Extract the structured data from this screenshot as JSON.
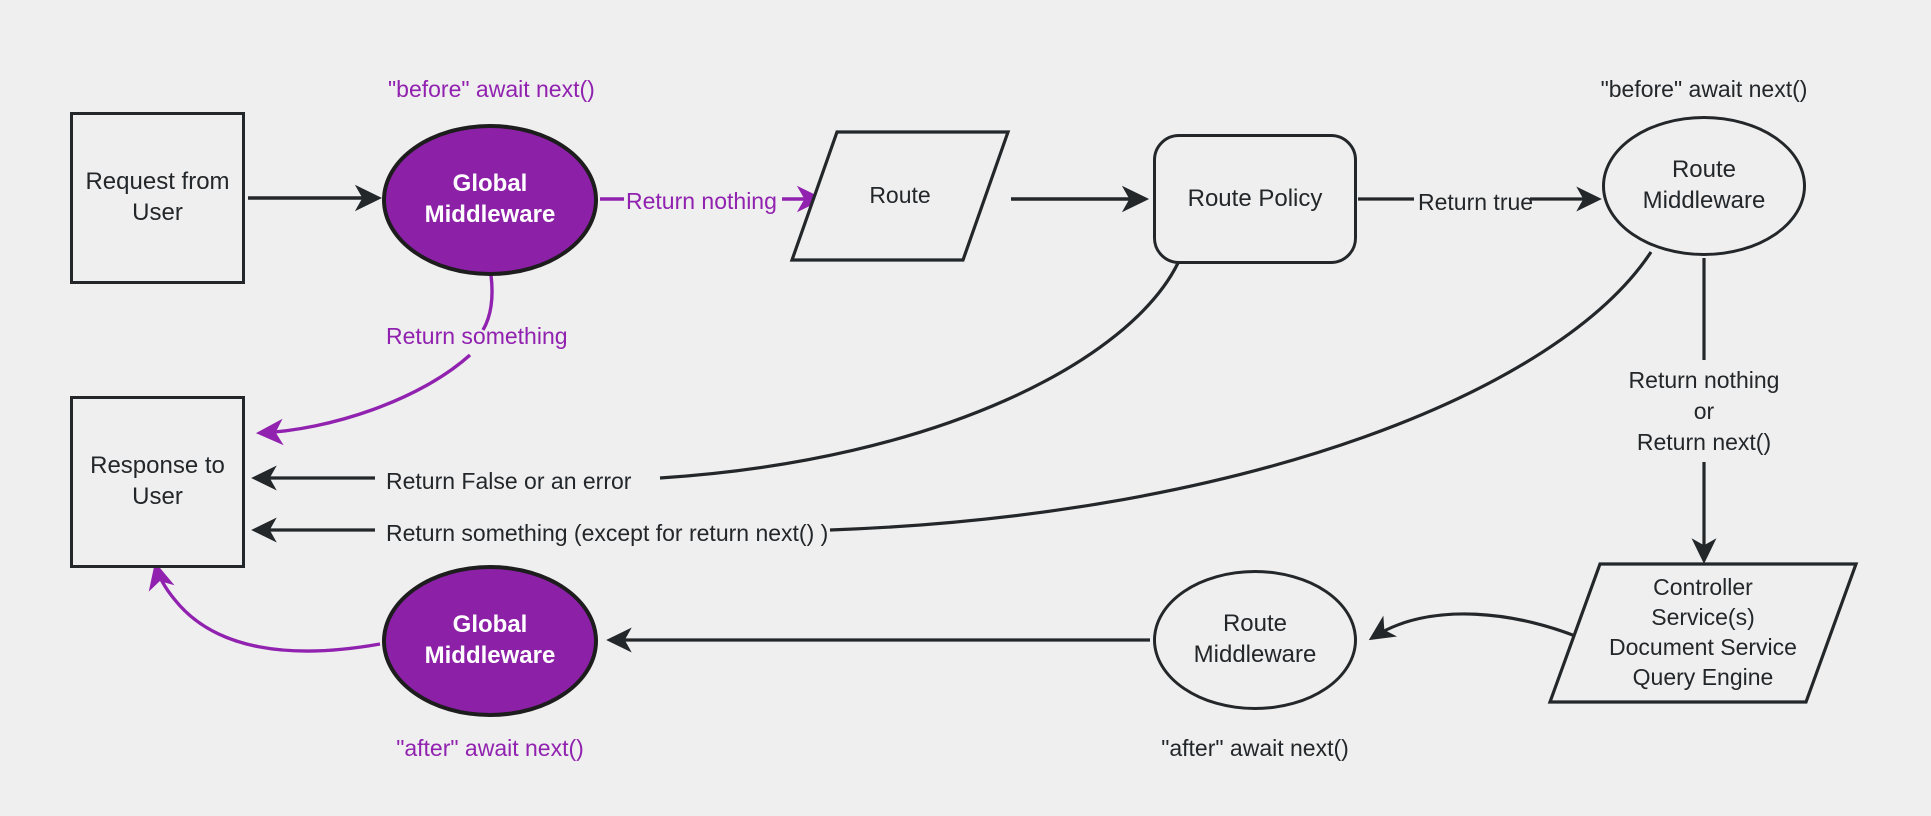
{
  "diagram": {
    "title": "Middleware request lifecycle flow",
    "background_color": "#efefef",
    "accent_purple": "#8c21a8",
    "line_color": "#23272a"
  },
  "nodes": {
    "request_from_user": {
      "label": "Request from\nUser",
      "shape": "rectangle"
    },
    "global_middleware_top": {
      "label": "Global\nMiddleware",
      "shape": "ellipse",
      "fill": "#8c21a8"
    },
    "route": {
      "label": "Route",
      "shape": "parallelogram"
    },
    "route_policy": {
      "label": "Route Policy",
      "shape": "rounded-rectangle"
    },
    "route_middleware_top": {
      "label": "Route\nMiddleware",
      "shape": "ellipse"
    },
    "controller_services": {
      "label": "Controller\nService(s)\nDocument Service\nQuery Engine",
      "shape": "parallelogram"
    },
    "route_middleware_bottom": {
      "label": "Route\nMiddleware",
      "shape": "ellipse"
    },
    "global_middleware_bottom": {
      "label": "Global\nMiddleware",
      "shape": "ellipse",
      "fill": "#8c21a8"
    },
    "response_to_user": {
      "label": "Response to\nUser",
      "shape": "rectangle"
    }
  },
  "annotations": {
    "before_await_next_global": "\"before\" await next()",
    "before_await_next_route": "\"before\" await next()",
    "after_await_next_global": "\"after\" await next()",
    "after_await_next_route": "\"after\" await next()"
  },
  "edge_labels": {
    "return_nothing": "Return nothing",
    "return_something": "Return something",
    "return_true": "Return true",
    "return_nothing_or_next": "Return nothing\nor\nReturn next()",
    "return_false_or_error": "Return False or an error",
    "return_something_except_next": "Return something (except for return next() )"
  },
  "edges": [
    {
      "from": "request_from_user",
      "to": "global_middleware_top",
      "label": "",
      "color": "#23272a"
    },
    {
      "from": "global_middleware_top",
      "to": "route",
      "label": "Return nothing",
      "color": "#9122b0"
    },
    {
      "from": "global_middleware_top",
      "to": "response_to_user",
      "label": "Return something",
      "color": "#9122b0"
    },
    {
      "from": "route",
      "to": "route_policy",
      "label": "",
      "color": "#23272a"
    },
    {
      "from": "route_policy",
      "to": "route_middleware_top",
      "label": "Return true",
      "color": "#23272a"
    },
    {
      "from": "route_policy",
      "to": "response_to_user",
      "label": "Return False or an error",
      "color": "#23272a"
    },
    {
      "from": "route_middleware_top",
      "to": "controller_services",
      "label": "Return nothing\nor\nReturn next()",
      "color": "#23272a"
    },
    {
      "from": "route_middleware_top",
      "to": "response_to_user",
      "label": "Return something (except for return next() )",
      "color": "#23272a"
    },
    {
      "from": "controller_services",
      "to": "route_middleware_bottom",
      "label": "",
      "color": "#23272a"
    },
    {
      "from": "route_middleware_bottom",
      "to": "global_middleware_bottom",
      "label": "",
      "color": "#23272a"
    },
    {
      "from": "global_middleware_bottom",
      "to": "response_to_user",
      "label": "",
      "color": "#9122b0"
    }
  ]
}
